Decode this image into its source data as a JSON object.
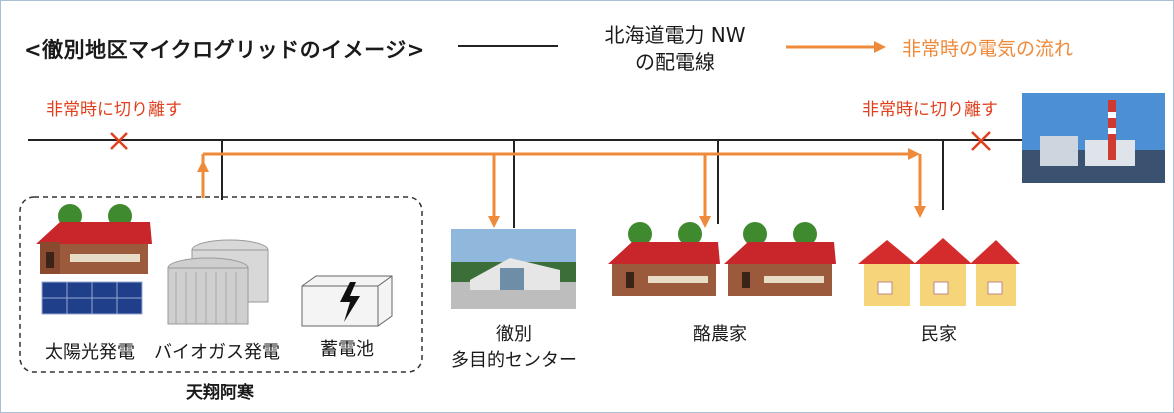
{
  "title": "<徹別地区マイクログリッドのイメージ>",
  "legend": {
    "nw_line_1": "北海道電力 NW",
    "nw_line_2": "の配電線",
    "flow_label": "非常時の電気の流れ"
  },
  "disconnect": {
    "left_label": "非常時に切り離す",
    "right_label": "非常時に切り離す"
  },
  "facilities": {
    "solar": "太陽光発電",
    "biogas": "バイオガス発電",
    "battery": "蓄電池",
    "group_name": "天翔阿寒",
    "center_line_1": "徹別",
    "center_line_2": "多目的センター",
    "dairy": "酪農家",
    "houses": "民家"
  },
  "colors": {
    "flow": "#ef8a3a",
    "cross": "#e0401e",
    "grid_line": "#222222"
  }
}
